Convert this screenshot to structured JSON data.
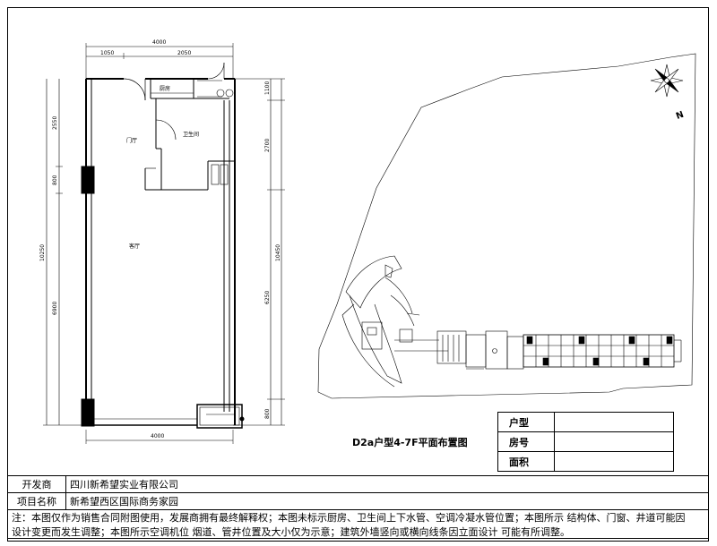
{
  "floor_plan": {
    "dims_top": {
      "overall": "4000",
      "left": "1050",
      "right": "2050"
    },
    "dims_bottom": {
      "overall": "4000"
    },
    "dims_left": {
      "upper": "2550",
      "middle": "800",
      "lower": "6900",
      "overall": "10250"
    },
    "dims_right": {
      "top": "1100",
      "upper": "2700",
      "lower": "6250",
      "bottom": "800",
      "overall": "10450"
    },
    "rooms": {
      "foyer": "门厅",
      "bathroom": "卫生间",
      "kitchen": "厨房",
      "living": "客厅"
    }
  },
  "site_plan": {
    "north_label": "N"
  },
  "plan_title": "D2a户型4-7F平面布置图",
  "info_table": [
    {
      "label": "户型",
      "value": ""
    },
    {
      "label": "房号",
      "value": ""
    },
    {
      "label": "面积",
      "value": ""
    }
  ],
  "footer": {
    "developer_label": "开发商",
    "developer_value": "四川新希望实业有限公司",
    "project_label": "项目名称",
    "project_value": "新希望西区国际商务家园",
    "note_line1": "注：本图仅作为销售合同附图使用，发展商拥有最终解释权；本图未标示厨房、卫生间上下水管、空调冷凝水管位置；本图所示 结构体、门窗、井道可能因",
    "note_line2": "设计变更而发生调整；本图所示空调机位 烟道、管井位置及大小仅为示意；建筑外墙竖向或横向线条因立面设计 可能有所调整。"
  }
}
